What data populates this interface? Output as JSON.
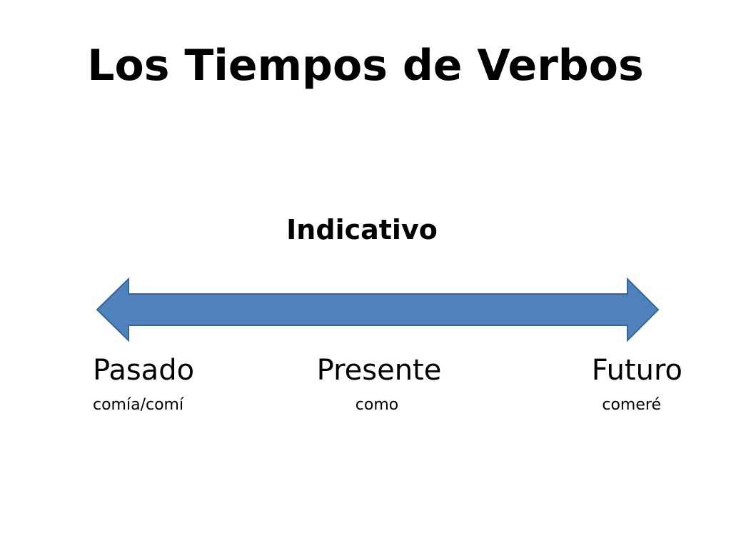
{
  "slide": {
    "title": "Los Tiempos de Verbos",
    "mood": "Indicativo"
  },
  "timeline": {
    "arrow_fill": "#4f81bd",
    "arrow_stroke": "#3a6394",
    "tenses": [
      {
        "name": "Pasado",
        "example": "comía/comí"
      },
      {
        "name": "Presente",
        "example": "como"
      },
      {
        "name": "Futuro",
        "example": "comeré"
      }
    ]
  }
}
